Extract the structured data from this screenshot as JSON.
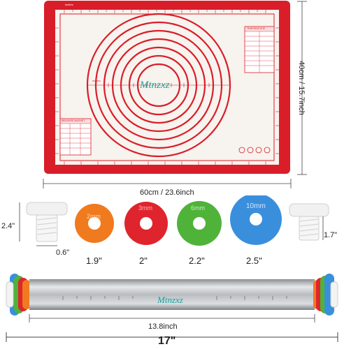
{
  "mat": {
    "brand": "Mtnzxz",
    "width_label": "60cm / 23.6inch",
    "height_label": "40cm / 15.7inch",
    "ruler_unit_top": "inches",
    "ruler_unit_left": "inches",
    "temperature_title": "TEMPERATURE",
    "measure_title": "MEASURE MAGNET",
    "colors": {
      "border": "#d91e2a",
      "background": "#f7f3ee"
    }
  },
  "rings": [
    {
      "thickness": "2mm",
      "size": "1.9\"",
      "color": "#f07a1e"
    },
    {
      "thickness": "3mm",
      "size": "2\"",
      "color": "#e0242d"
    },
    {
      "thickness": "6mm",
      "size": "2.2\"",
      "color": "#4fb33a"
    },
    {
      "thickness": "10mm",
      "size": "2.5\"",
      "color": "#3a8fdd"
    }
  ],
  "caps": {
    "left_height": "2.4\"",
    "left_width": "0.6\"",
    "right_height": "1.7\""
  },
  "pin": {
    "brand": "Mtnzxz",
    "inner_length": "13.8inch",
    "total_length": "17\""
  }
}
